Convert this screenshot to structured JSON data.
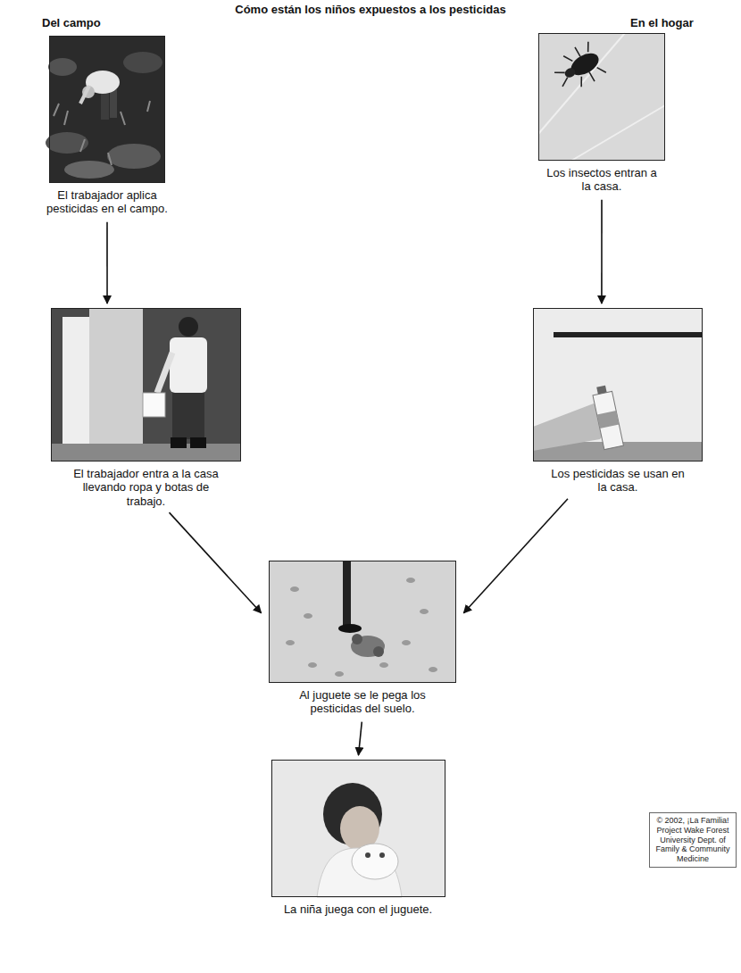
{
  "diagram": {
    "title": "Cómo están los niños expuestos a los pesticidas",
    "nodes": [
      {
        "text": [
          "El trabajador aplica pesticidas en el campo."
        ]
      },
      {
        "text": [
          "Los insectos entran a la casa."
        ]
      },
      {
        "text": [
          "El trabajador entra a la casa llevando ropa y botas de trabajo."
        ]
      },
      {
        "text": [
          "Los pesticidas se usan en la casa."
        ]
      },
      {
        "text": [
          "Al juguete se le pega los pesticidas del suelo."
        ]
      },
      {
        "text": [
          "La niña juega con el juguete."
        ]
      },
      {
        "text": [
          "© 2002, ¡La Familia! Project Wake Forest University Dept. of Family & Community Medicine"
        ]
      }
    ],
    "edges": [
      {
        "from": 0,
        "to": 2,
        "arrow": "to"
      },
      {
        "from": 1,
        "to": 3,
        "arrow": "to"
      },
      {
        "from": 2,
        "to": 4,
        "arrow": "to"
      },
      {
        "from": 3,
        "to": 4,
        "arrow": "to"
      },
      {
        "from": 4,
        "to": 5,
        "arrow": "to"
      }
    ],
    "labels": [
      "Del campo",
      "En el hogar"
    ]
  }
}
